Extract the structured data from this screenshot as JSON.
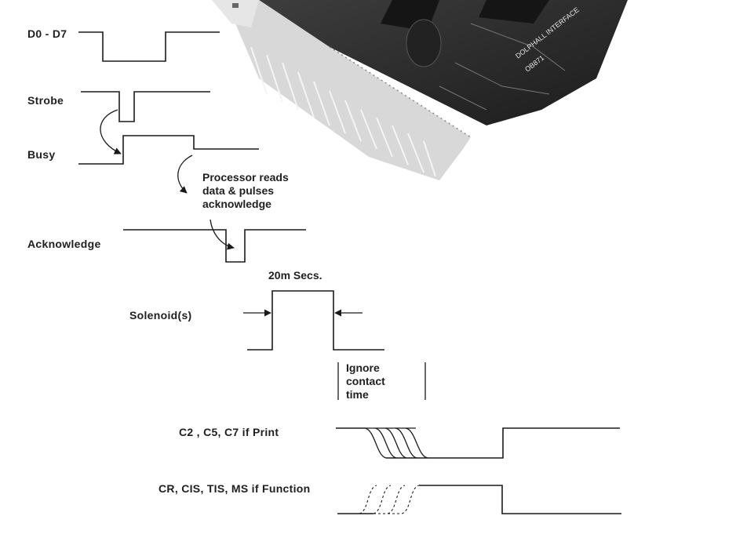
{
  "signals": {
    "d0_d7": "D0 - D7",
    "strobe": "Strobe",
    "busy": "Busy",
    "acknowledge": "Acknowledge",
    "solenoid": "Solenoid(s)",
    "c2_c5_c7": "C2 , C5, C7 if Print",
    "cr_cis": "CR, CIS, TIS, MS if Function"
  },
  "annotations": {
    "processor_line1": "Processor reads",
    "processor_line2": "data & pulses",
    "processor_line3": "acknowledge",
    "pulse_width": "20m Secs.",
    "ignore_line1": "Ignore",
    "ignore_line2": "contact",
    "ignore_line3": "time"
  },
  "photo": {
    "board_text_line1": "DOLPHALL INTERFACE",
    "board_text_line2": "OB871"
  }
}
